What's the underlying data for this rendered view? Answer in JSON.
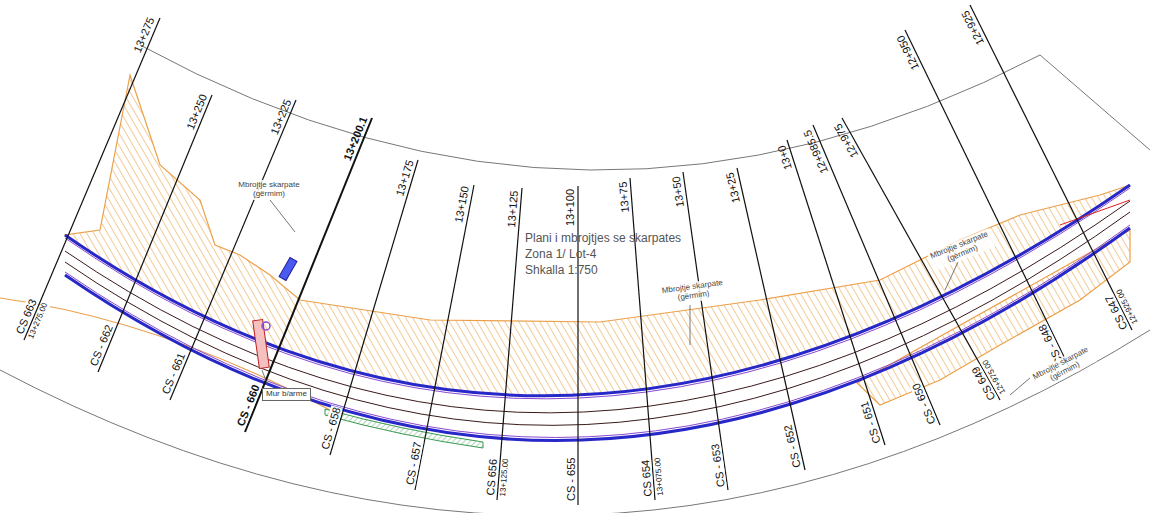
{
  "diagram": {
    "labels": [
      "13+275",
      "13+250",
      "13+225",
      "13+200.1",
      "13+175",
      "13+150",
      "13+125",
      "13+100",
      "13+75",
      "13+50",
      "13+25",
      "13+0",
      "12+985.5",
      "12+975",
      "12+950",
      "12+925",
      "CS 663",
      "13+275.00",
      "CS - 662",
      "CS - 661",
      "CS - 660",
      "CS - 658",
      "CS - 657",
      "CS 656",
      "13+125.00",
      "CS - 655",
      "CS 654",
      "13+075.00",
      "CS - 653",
      "CS - 652",
      "CS - 651",
      "CS - 650",
      "CS 649",
      "12+975.00",
      "CS - 648",
      "CS 647",
      "12+925.00",
      "Plani i mbrojtjes se skarpates",
      "Zona 1/ Lot-4",
      "Shkalla 1:750",
      "Mbrojtje skarpate (gërmim)",
      "Mbrojtje skarpate (gërmim)",
      "Mbrojtje skarpate (gërmim)",
      "Mbrojtje skarpate (gërmim)",
      "Mur b/arme"
    ]
  }
}
